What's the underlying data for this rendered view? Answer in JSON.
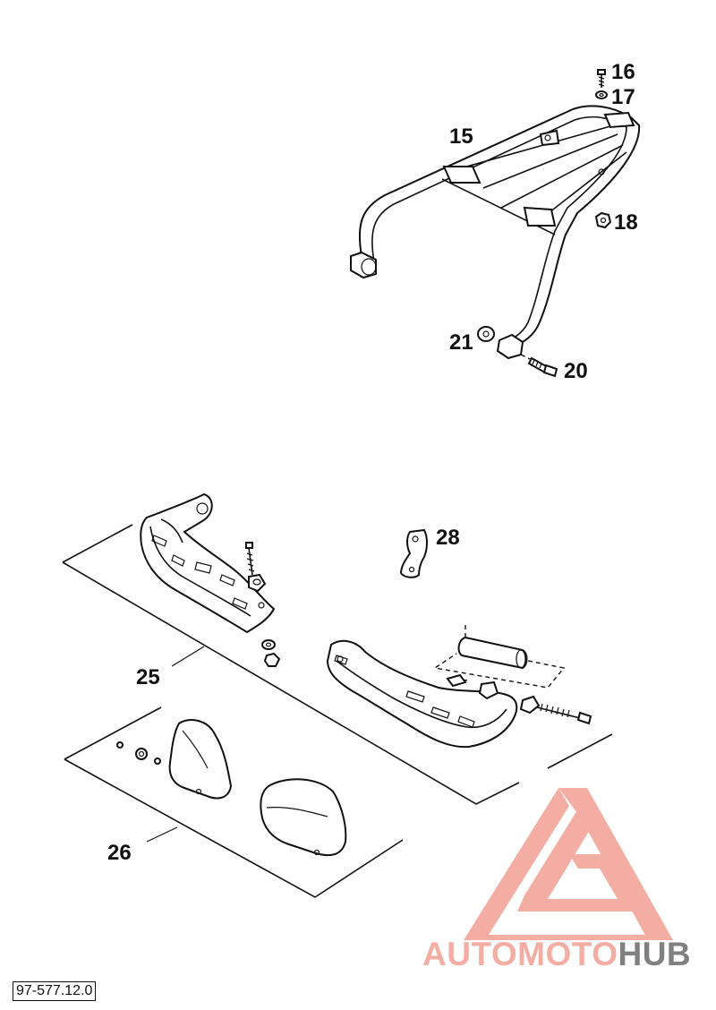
{
  "callouts": {
    "c15": "15",
    "c16": "16",
    "c17": "17",
    "c18": "18",
    "c20": "20",
    "c21": "21",
    "c25": "25",
    "c26": "26",
    "c28": "28"
  },
  "document_number": "97-577.12.0",
  "watermark": {
    "part1": "AUTO",
    "part2": "MOTO",
    "part3": "HUB",
    "color_primary": "#f4a99f",
    "color_secondary": "#7a7a7a"
  }
}
